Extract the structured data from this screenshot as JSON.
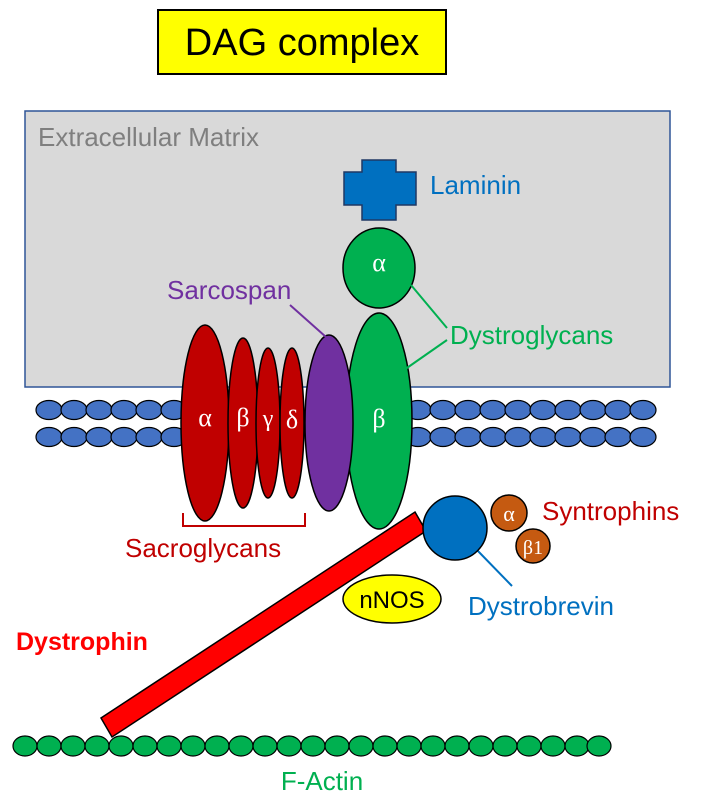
{
  "title": "DAG complex",
  "labels": {
    "extracellular_matrix": "Extracellular Matrix",
    "laminin": "Laminin",
    "sarcospan": "Sarcospan",
    "dystroglycans": "Dystroglycans",
    "syntrophins": "Syntrophins",
    "sacroglycans": "Sacroglycans",
    "dystrobrevin": "Dystrobrevin",
    "dystrophin": "Dystrophin",
    "nnos": "nNOS",
    "f_actin": "F-Actin"
  },
  "greek": {
    "dg_alpha": "α",
    "dg_beta": "β",
    "sg_alpha": "α",
    "sg_beta": "β",
    "sg_gamma": "γ",
    "sg_delta": "δ",
    "syn_alpha": "α",
    "syn_beta1": "β1"
  },
  "colors": {
    "title_bg": "#ffff00",
    "matrix_fill": "#d9d9d9",
    "matrix_stroke": "#2f5597",
    "matrix_text": "#7f7f7f",
    "laminin": "#0070c0",
    "dystroglycan": "#00b050",
    "sarcoglycan": "#c00000",
    "sarcospan": "#7030a0",
    "lipid": "#4472c4",
    "dystrophin": "#ff0000",
    "syntrophin": "#c55a11",
    "nnos": "#ffff00",
    "actin": "#00b050"
  }
}
